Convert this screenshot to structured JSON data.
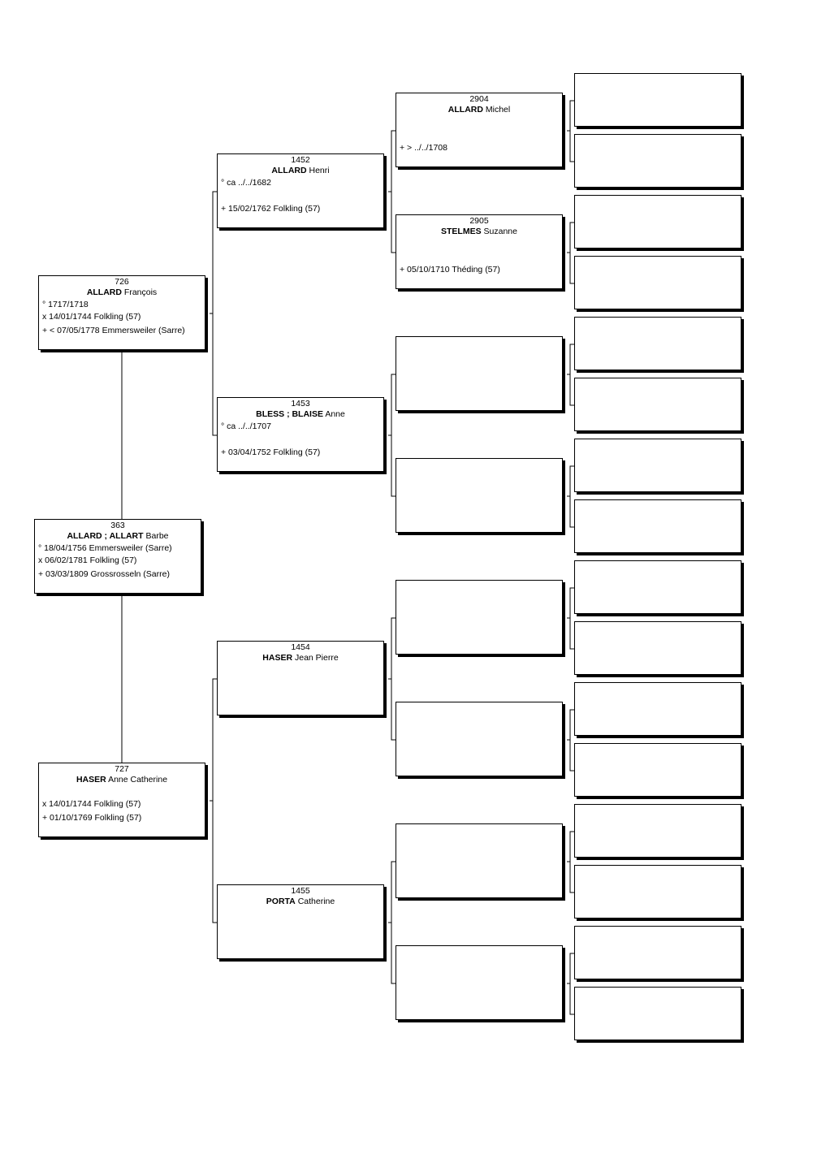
{
  "persons": {
    "p363": {
      "num": "363",
      "surname": "ALLARD ; ALLART",
      "given": "Barbe",
      "birth": "° 18/04/1756 Emmersweiler (Sarre)",
      "marriage": "x 06/02/1781 Folkling (57)",
      "death": "+ 03/03/1809 Grossrosseln (Sarre)"
    },
    "p726": {
      "num": "726",
      "surname": "ALLARD",
      "given": "François",
      "birth": "° 1717/1718",
      "marriage": "x 14/01/1744 Folkling (57)",
      "death": "+ < 07/05/1778 Emmersweiler (Sarre)"
    },
    "p727": {
      "num": "727",
      "surname": "HASER",
      "given": "Anne Catherine",
      "marriage": "x 14/01/1744 Folkling (57)",
      "death": "+ 01/10/1769 Folkling (57)"
    },
    "p1452": {
      "num": "1452",
      "surname": "ALLARD",
      "given": "Henri",
      "birth": "° ca ../../1682",
      "death": "+ 15/02/1762 Folkling (57)"
    },
    "p1453": {
      "num": "1453",
      "surname": "BLESS ; BLAISE",
      "given": "Anne",
      "birth": "° ca ../../1707",
      "death": "+ 03/04/1752 Folkling (57)"
    },
    "p1454": {
      "num": "1454",
      "surname": "HASER",
      "given": "Jean Pierre"
    },
    "p1455": {
      "num": "1455",
      "surname": "PORTA",
      "given": "Catherine"
    },
    "p2904": {
      "num": "2904",
      "surname": "ALLARD",
      "given": "Michel",
      "death": "+ > ../../1708"
    },
    "p2905": {
      "num": "2905",
      "surname": "STELMES",
      "given": "Suzanne",
      "death": "+ 05/10/1710 Théding (57)"
    }
  }
}
